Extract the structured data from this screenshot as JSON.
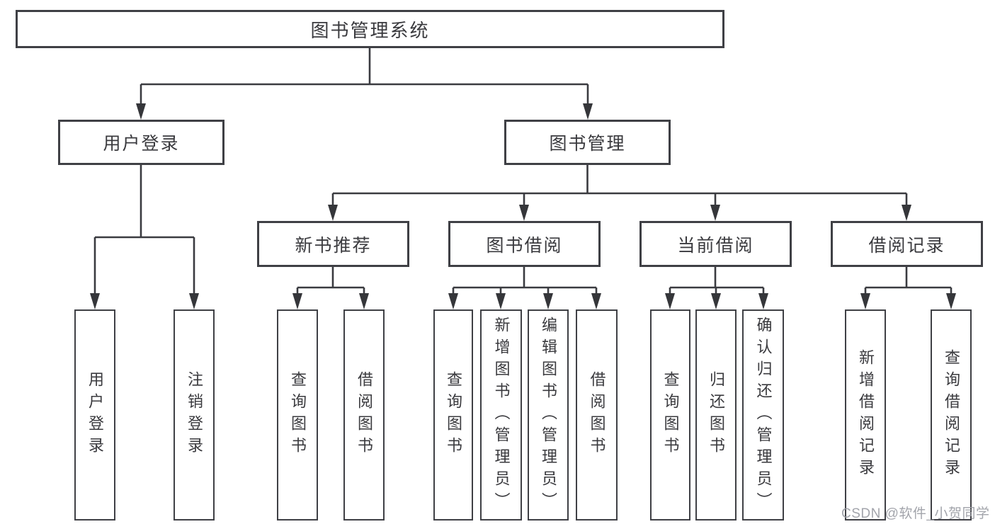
{
  "diagram": {
    "title": "图书管理系统"
  },
  "nodes": {
    "root": {
      "label": "图书管理系统"
    },
    "level2": [
      {
        "label": "用户登录"
      },
      {
        "label": "图书管理"
      }
    ],
    "level3": [
      {
        "label": "新书推荐"
      },
      {
        "label": "图书借阅"
      },
      {
        "label": "当前借阅"
      },
      {
        "label": "借阅记录"
      }
    ],
    "leaves": {
      "user_login": [
        {
          "label": "用户登录"
        },
        {
          "label": "注销登录"
        }
      ],
      "new_book_recommend": [
        {
          "label": "查询图书"
        },
        {
          "label": "借阅图书"
        }
      ],
      "book_borrow": [
        {
          "label": "查询图书"
        },
        {
          "label": "新增图书（管理员）"
        },
        {
          "label": "编辑图书（管理员）"
        },
        {
          "label": "借阅图书"
        }
      ],
      "current_borrow": [
        {
          "label": "查询图书"
        },
        {
          "label": "归还图书"
        },
        {
          "label": "确认归还（管理员）"
        }
      ],
      "borrow_records": [
        {
          "label": "新增借阅记录"
        },
        {
          "label": "查询借阅记录"
        }
      ]
    }
  },
  "watermark": {
    "text": "CSDN @软件_小贺同学"
  },
  "colors": {
    "background": "#ffffff",
    "line": "#3a3b40",
    "box_border": "#3f4045",
    "text": "#3a3a3e",
    "watermark": "#9b9da4"
  }
}
